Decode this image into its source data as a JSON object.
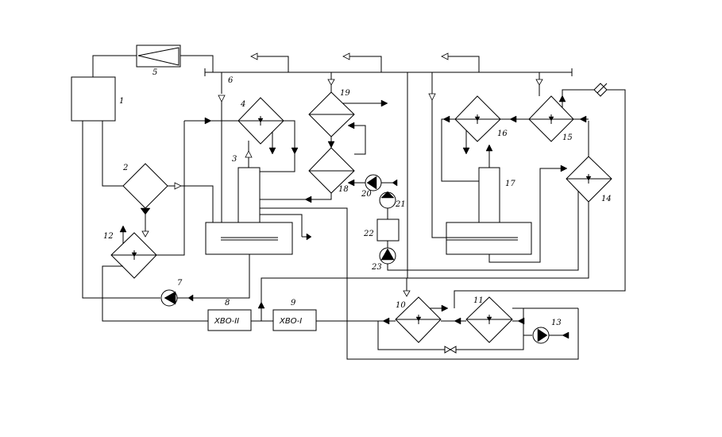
{
  "labels": {
    "n1": "1",
    "n2": "2",
    "n3": "3",
    "n4": "4",
    "n5": "5",
    "n6": "6",
    "n7": "7",
    "n8": "8",
    "n9": "9",
    "n10": "10",
    "n11": "11",
    "n12": "12",
    "n13": "13",
    "n14": "14",
    "n15": "15",
    "n16": "16",
    "n17": "17",
    "n18": "18",
    "n19": "19",
    "n20": "20",
    "n21": "21",
    "n22": "22",
    "n23": "23"
  },
  "boxes": {
    "xvo2": "ХВО-II",
    "xvo1": "ХВО-I"
  }
}
